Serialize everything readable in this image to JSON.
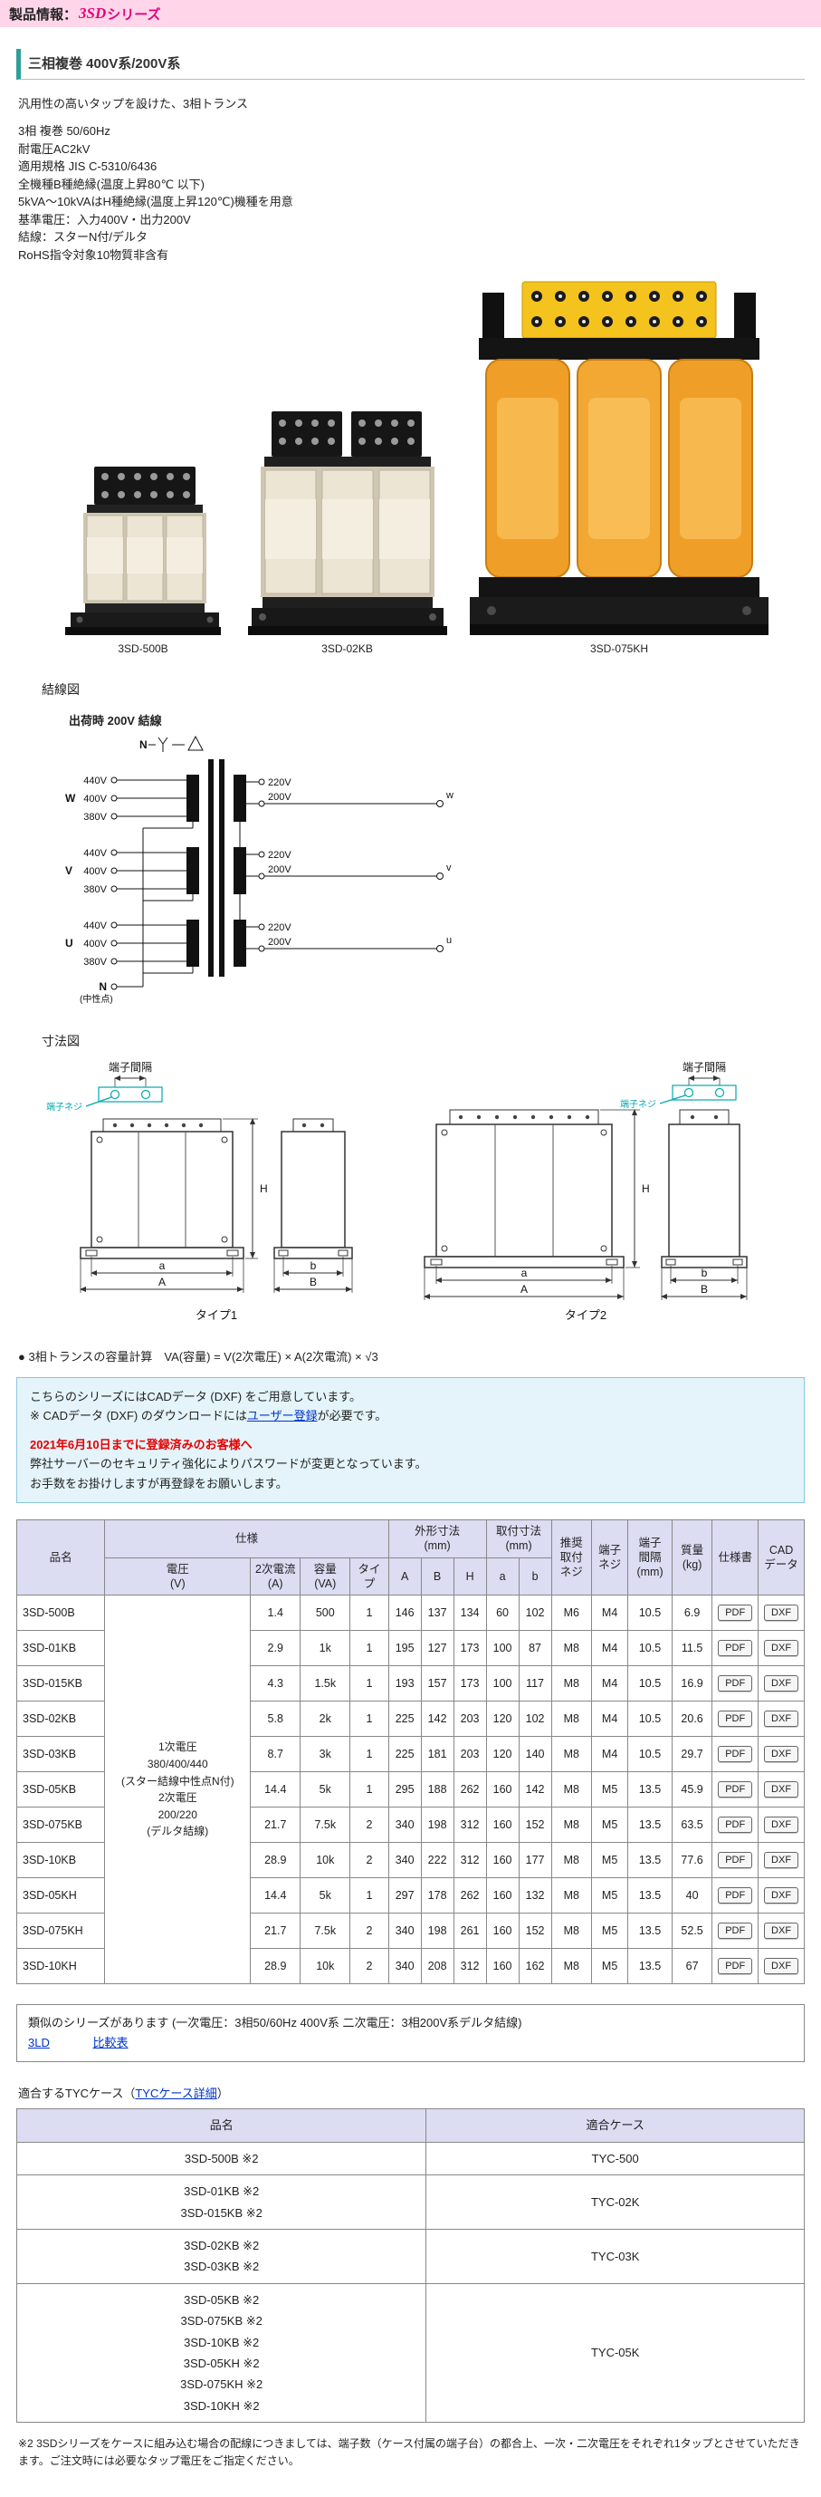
{
  "colors": {
    "header_bg": "#ffd6e9",
    "accent_magenta": "#e6007e",
    "title_accent": "#2f9e9b",
    "table_header_bg": "#dcdcf2",
    "table_border": "#888888",
    "info_box_bg": "#e4f4fa",
    "info_box_border": "#8ac6dd",
    "notice_red": "#e60000",
    "link_blue": "#0033cc",
    "terminal_cyan": "#00a8b0"
  },
  "header": {
    "prefix": "製品情報：",
    "series": "3SD",
    "suffix": "シリーズ"
  },
  "page": {
    "title": "三相複巻 400V系/200V系",
    "description": "汎用性の高いタップを設けた、3相トランス"
  },
  "specs": [
    "3相 複巻 50/60Hz",
    "耐電圧AC2kV",
    "適用規格 JIS C-5310/6436",
    "全機種B種絶縁(温度上昇80℃ 以下)",
    "5kVA〜10kVAはH種絶縁(温度上昇120℃)機種を用意",
    "基準電圧：入力400V・出力200V",
    "結線：スターN付/デルタ",
    "RoHS指令対象10物質非含有"
  ],
  "products": [
    {
      "caption": "3SD-500B"
    },
    {
      "caption": "3SD-02KB"
    },
    {
      "caption": "3SD-075KH"
    }
  ],
  "wiring": {
    "section_title": "結線図",
    "subtitle": "出荷時 200V 結線",
    "star_label": "N",
    "phases": [
      "W",
      "V",
      "U"
    ],
    "input_taps": [
      "440V",
      "400V",
      "380V"
    ],
    "output_taps": [
      "220V",
      "200V"
    ],
    "outputs": [
      "w",
      "v",
      "u"
    ],
    "neutral": "N",
    "neutral_note": "(中性点)"
  },
  "dimension": {
    "section_title": "寸法図",
    "terminal_gap": "端子間隔",
    "terminal_screw": "端子ネジ",
    "type1": "タイプ1",
    "type2": "タイプ2",
    "H": "H",
    "a": "a",
    "A": "A",
    "b": "b",
    "B": "B"
  },
  "capacity_note": "● 3相トランスの容量計算　VA(容量) = V(2次電圧) × A(2次電流) × √3",
  "cad_box": {
    "line1": "こちらのシリーズにはCADデータ (DXF) をご用意しています。",
    "line2_prefix": "※ CADデータ (DXF) のダウンロードには",
    "line2_link": "ユーザー登録",
    "line2_suffix": "が必要です。",
    "notice_title": "2021年6月10日までに登録済みのお客様へ",
    "notice_line1": "弊社サーバーのセキュリティ強化によりパスワードが変更となっています。",
    "notice_line2": "お手数をお掛けしますが再登録をお願いします。"
  },
  "spec_table": {
    "headers": {
      "product": "品名",
      "spec_group": "仕様",
      "voltage": "電圧\n(V)",
      "current": "2次電流\n(A)",
      "capacity": "容量\n(VA)",
      "type": "タイプ",
      "outer_group": "外形寸法\n(mm)",
      "mount_group": "取付寸法\n(mm)",
      "A": "A",
      "B": "B",
      "H": "H",
      "a": "a",
      "b": "b",
      "mount_screw": "推奨\n取付\nネジ",
      "terminal_screw": "端子\nネジ",
      "terminal_gap": "端子\n間隔\n(mm)",
      "weight": "質量\n(kg)",
      "spec_sheet": "仕様書",
      "cad": "CAD\nデータ"
    },
    "voltage_cell": [
      "1次電圧",
      "380/400/440",
      "(スター結線中性点N付)",
      "2次電圧",
      "200/220",
      "(デルタ結線)"
    ],
    "pdf_label": "PDF",
    "dxf_label": "DXF",
    "rows": [
      {
        "name": "3SD-500B",
        "current": "1.4",
        "capacity": "500",
        "type": "1",
        "A": "146",
        "B": "137",
        "H": "134",
        "a": "60",
        "b": "102",
        "mount_screw": "M6",
        "terminal_screw": "M4",
        "terminal_gap": "10.5",
        "weight": "6.9"
      },
      {
        "name": "3SD-01KB",
        "current": "2.9",
        "capacity": "1k",
        "type": "1",
        "A": "195",
        "B": "127",
        "H": "173",
        "a": "100",
        "b": "87",
        "mount_screw": "M8",
        "terminal_screw": "M4",
        "terminal_gap": "10.5",
        "weight": "11.5"
      },
      {
        "name": "3SD-015KB",
        "current": "4.3",
        "capacity": "1.5k",
        "type": "1",
        "A": "193",
        "B": "157",
        "H": "173",
        "a": "100",
        "b": "117",
        "mount_screw": "M8",
        "terminal_screw": "M4",
        "terminal_gap": "10.5",
        "weight": "16.9"
      },
      {
        "name": "3SD-02KB",
        "current": "5.8",
        "capacity": "2k",
        "type": "1",
        "A": "225",
        "B": "142",
        "H": "203",
        "a": "120",
        "b": "102",
        "mount_screw": "M8",
        "terminal_screw": "M4",
        "terminal_gap": "10.5",
        "weight": "20.6"
      },
      {
        "name": "3SD-03KB",
        "current": "8.7",
        "capacity": "3k",
        "type": "1",
        "A": "225",
        "B": "181",
        "H": "203",
        "a": "120",
        "b": "140",
        "mount_screw": "M8",
        "terminal_screw": "M4",
        "terminal_gap": "10.5",
        "weight": "29.7"
      },
      {
        "name": "3SD-05KB",
        "current": "14.4",
        "capacity": "5k",
        "type": "1",
        "A": "295",
        "B": "188",
        "H": "262",
        "a": "160",
        "b": "142",
        "mount_screw": "M8",
        "terminal_screw": "M5",
        "terminal_gap": "13.5",
        "weight": "45.9"
      },
      {
        "name": "3SD-075KB",
        "current": "21.7",
        "capacity": "7.5k",
        "type": "2",
        "A": "340",
        "B": "198",
        "H": "312",
        "a": "160",
        "b": "152",
        "mount_screw": "M8",
        "terminal_screw": "M5",
        "terminal_gap": "13.5",
        "weight": "63.5"
      },
      {
        "name": "3SD-10KB",
        "current": "28.9",
        "capacity": "10k",
        "type": "2",
        "A": "340",
        "B": "222",
        "H": "312",
        "a": "160",
        "b": "177",
        "mount_screw": "M8",
        "terminal_screw": "M5",
        "terminal_gap": "13.5",
        "weight": "77.6"
      },
      {
        "name": "3SD-05KH",
        "current": "14.4",
        "capacity": "5k",
        "type": "1",
        "A": "297",
        "B": "178",
        "H": "262",
        "a": "160",
        "b": "132",
        "mount_screw": "M8",
        "terminal_screw": "M5",
        "terminal_gap": "13.5",
        "weight": "40"
      },
      {
        "name": "3SD-075KH",
        "current": "21.7",
        "capacity": "7.5k",
        "type": "2",
        "A": "340",
        "B": "198",
        "H": "261",
        "a": "160",
        "b": "152",
        "mount_screw": "M8",
        "terminal_screw": "M5",
        "terminal_gap": "13.5",
        "weight": "52.5"
      },
      {
        "name": "3SD-10KH",
        "current": "28.9",
        "capacity": "10k",
        "type": "2",
        "A": "340",
        "B": "208",
        "H": "312",
        "a": "160",
        "b": "162",
        "mount_screw": "M8",
        "terminal_screw": "M5",
        "terminal_gap": "13.5",
        "weight": "67"
      }
    ]
  },
  "similar_box": {
    "text": "類似のシリーズがあります (一次電圧：3相50/60Hz 400V系 二次電圧：3相200V系デルタ結線)",
    "link1": "3LD",
    "link2": "比較表"
  },
  "tyc": {
    "title_prefix": "適合するTYCケース（",
    "title_link": "TYCケース詳細",
    "title_suffix": "）",
    "col_product": "品名",
    "col_case": "適合ケース",
    "groups": [
      {
        "products": [
          "3SD-500B ※2"
        ],
        "case": "TYC-500"
      },
      {
        "products": [
          "3SD-01KB ※2",
          "3SD-015KB ※2"
        ],
        "case": "TYC-02K"
      },
      {
        "products": [
          "3SD-02KB ※2",
          "3SD-03KB ※2"
        ],
        "case": "TYC-03K"
      },
      {
        "products": [
          "3SD-05KB ※2",
          "3SD-075KB ※2",
          "3SD-10KB ※2",
          "3SD-05KH ※2",
          "3SD-075KH ※2",
          "3SD-10KH ※2"
        ],
        "case": "TYC-05K"
      }
    ]
  },
  "footnote": "※2 3SDシリーズをケースに組み込む場合の配線につきましては、端子数（ケース付属の端子台）の都合上、一次・二次電圧をそれぞれ1タップとさせていただきます。ご注文時には必要なタップ電圧をご指定ください。"
}
